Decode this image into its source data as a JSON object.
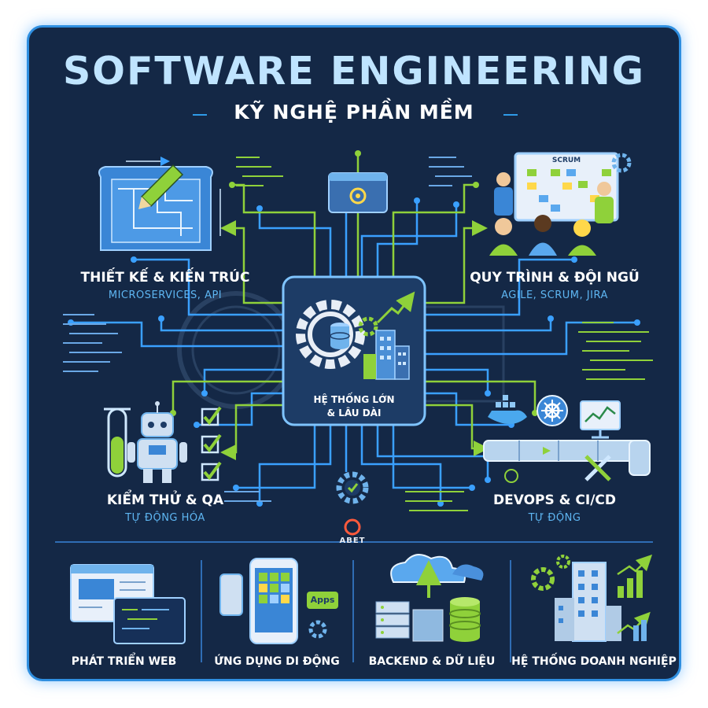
{
  "header": {
    "title": "SOFTWARE ENGINEERING",
    "subtitle": "KỸ NGHỆ PHẦN MỀM"
  },
  "quadrants": [
    {
      "title": "THIẾT KẾ & KIẾN TRÚC",
      "subtitle": "MICROSERVICES, API"
    },
    {
      "title": "QUY TRÌNH & ĐỘI NGŨ",
      "subtitle": "AGILE, SCRUM, JIRA"
    },
    {
      "title": "KIỂM THỬ & QA",
      "subtitle": "TỰ ĐỘNG HÓA"
    },
    {
      "title": "DEVOPS & CI/CD",
      "subtitle": "TỰ ĐỘNG"
    }
  ],
  "center": {
    "line1": "HỆ THỐNG LỚN",
    "line2": "& LÂU DÀI"
  },
  "badges": {
    "scrum": "SCRUM",
    "apps": "Apps",
    "abet": "ABET"
  },
  "bottom": [
    {
      "label": "PHÁT TRIỂN WEB"
    },
    {
      "label": "ỨNG DỤNG DI ĐỘNG"
    },
    {
      "label": "BACKEND & DỮ LIỆU"
    },
    {
      "label": "HỆ THỐNG DOANH NGHIỆP"
    }
  ],
  "colors": {
    "background": "#142846",
    "border": "#2f8fe0",
    "accent_blue": "#3aa0ff",
    "accent_green": "#8fd13a",
    "title": "#bfe4ff"
  },
  "icons": [
    "blueprint-icon",
    "pencil-icon",
    "scrum-board-icon",
    "team-icon",
    "gear-icon",
    "database-icon",
    "building-icon",
    "growth-chart-icon",
    "test-tube-icon",
    "robot-icon",
    "checklist-icon",
    "docker-whale-icon",
    "kubernetes-icon",
    "monitor-chart-icon",
    "pipeline-icon",
    "tools-icon",
    "browser-window-icon",
    "code-window-icon",
    "smartphone-icon",
    "cloud-icon",
    "server-icon",
    "bar-chart-icon"
  ]
}
